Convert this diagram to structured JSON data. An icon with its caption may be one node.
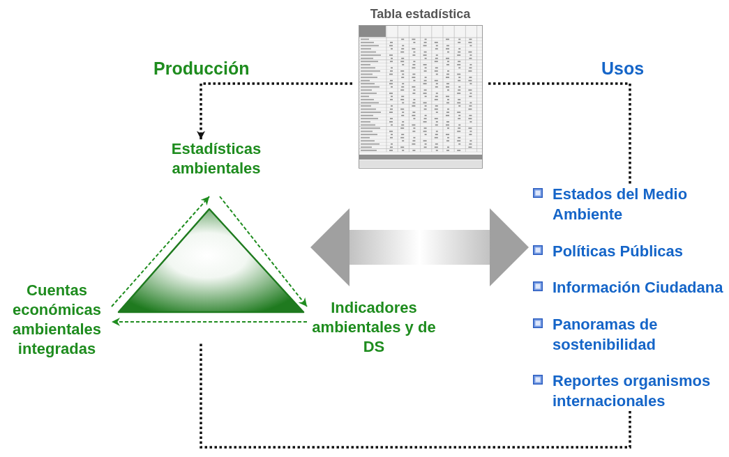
{
  "diagram": {
    "nodes": [
      {
        "text": [
          "Tabla estadística"
        ]
      },
      {
        "text": [
          "Estadísticas ambientales"
        ]
      },
      {
        "text": [
          "Cuentas económicas ambientales integradas"
        ]
      },
      {
        "text": [
          "Indicadores ambientales y de DS"
        ]
      },
      {
        "text": [
          "Estados del Medio Ambiente",
          "Políticas Públicas",
          "Información Ciudadana",
          "Panoramas de sostenibilidad",
          "Reportes organismos internacionales"
        ]
      },
      {
        "text": [],
        "shape": "triangle"
      }
    ],
    "edges": [
      {
        "from": 0,
        "to": 1,
        "arrow": "to",
        "style": "dashed"
      },
      {
        "from": 0,
        "to": 4,
        "arrow": "none",
        "style": "dashed"
      },
      {
        "from": 4,
        "to": null,
        "arrow": "none",
        "style": "dashed"
      },
      {
        "from": 2,
        "to": 1,
        "arrow": "to",
        "style": "dashed",
        "color": "#1e8c1e"
      },
      {
        "from": 1,
        "to": 3,
        "arrow": "to",
        "style": "dashed",
        "color": "#1e8c1e"
      },
      {
        "from": 3,
        "to": 2,
        "arrow": "to",
        "style": "dashed",
        "color": "#1e8c1e"
      },
      {
        "from": 5,
        "to": 4,
        "arrow": "both",
        "style": "thick",
        "color": "#a0a0a0"
      }
    ],
    "labels": [
      "Producción",
      "Usos"
    ]
  }
}
